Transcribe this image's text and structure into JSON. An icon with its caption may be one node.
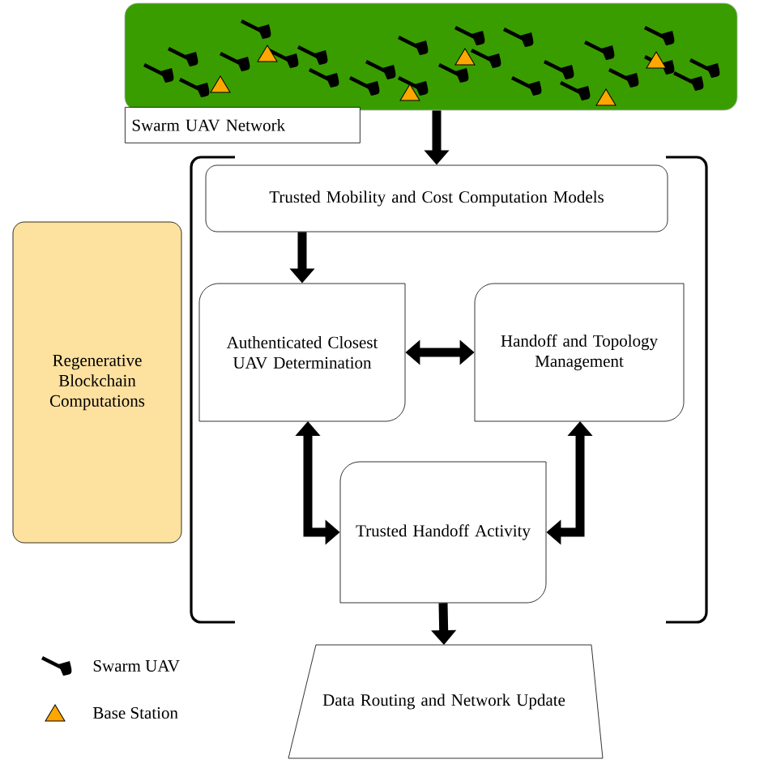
{
  "diagram": {
    "nodes": [
      {
        "text": [
          "Swarm UAV Network"
        ]
      },
      {
        "text": [
          "Regenerative Blockchain Computations"
        ]
      },
      {
        "text": [
          "Trusted Mobility and Cost Computation Models"
        ]
      },
      {
        "text": [
          "Authenticated Closest UAV Determination"
        ]
      },
      {
        "text": [
          "Handoff and Topology Management"
        ]
      },
      {
        "text": [
          "Trusted Handoff Activity"
        ]
      },
      {
        "text": [
          "Data Routing and Network Update"
        ]
      }
    ],
    "edges": [
      {
        "from": 0,
        "to": 2,
        "arrow": "to"
      },
      {
        "from": 2,
        "to": 3,
        "arrow": "to"
      },
      {
        "from": 3,
        "to": 4,
        "arrow": "both"
      },
      {
        "from": 3,
        "to": 5,
        "arrow": "both"
      },
      {
        "from": 4,
        "to": 5,
        "arrow": "both"
      },
      {
        "from": 5,
        "to": 6,
        "arrow": "to"
      }
    ],
    "legend": [
      {
        "text": "Swarm UAV"
      },
      {
        "text": "Base Station"
      }
    ]
  }
}
